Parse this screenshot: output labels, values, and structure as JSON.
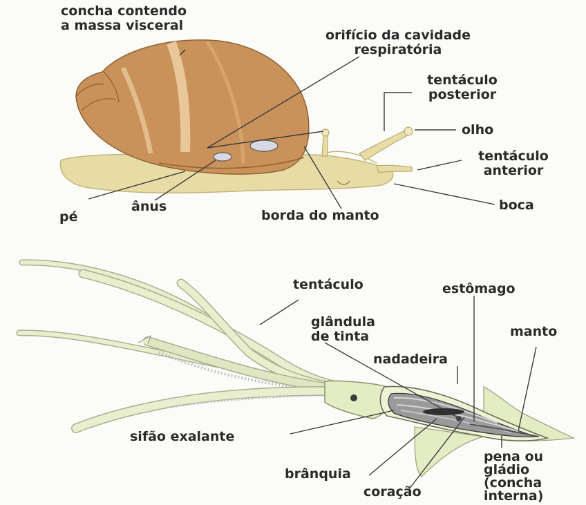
{
  "snail": {
    "labels": {
      "concha": "concha contendo\na massa visceral",
      "orificio": "orifício da cavidade\nrespiratória",
      "tentaculo_posterior": "tentáculo\nposterior",
      "olho": "olho",
      "tentaculo_anterior": "tentáculo\nanterior",
      "pe": "pé",
      "anus": "ânus",
      "borda": "borda do manto",
      "boca": "boca"
    }
  },
  "squid": {
    "labels": {
      "tentaculo": "tentáculo",
      "estomago": "estômago",
      "glandula": "glândula\nde tinta",
      "manto": "manto",
      "nadadeira": "nadadeira",
      "sifao": "sifão exalante",
      "branquia": "brânquia",
      "coracao": "coração",
      "pena": "pena ou\ngládio\n(concha\ninterna)"
    }
  },
  "colors": {
    "shell": "#c9925a",
    "shell_band": "#e9c79a",
    "snail_body": "#e8dca6",
    "squid_body": "#e4ecc4",
    "line": "#3a3a3a"
  }
}
